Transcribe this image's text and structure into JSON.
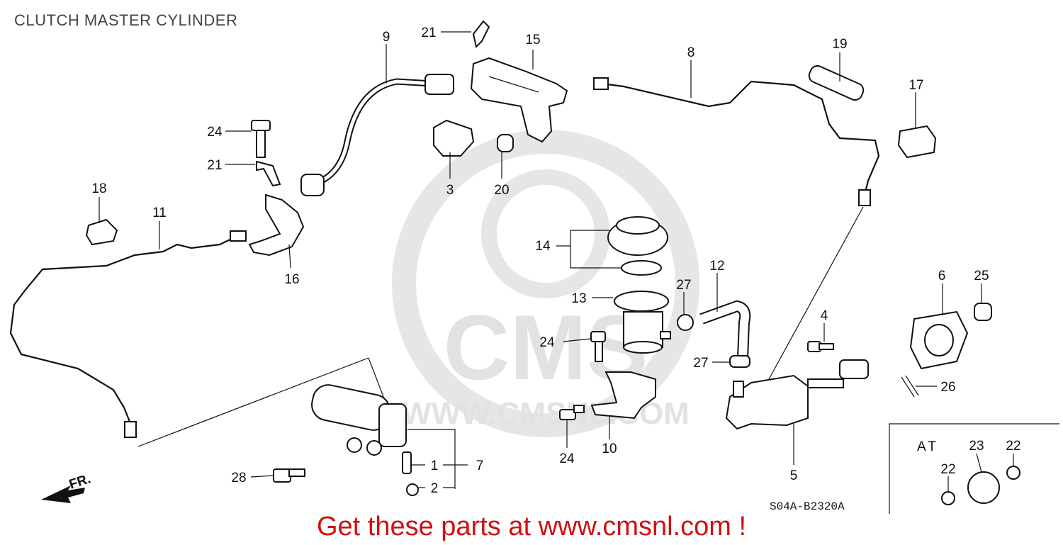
{
  "page_title": "CLUTCH MASTER CYLINDER",
  "call_to_action": "Get these parts at www.cmsnl.com !",
  "diagram_code": "S04A-B2320A",
  "inset_label": "AT",
  "direction_label": "FR.",
  "watermark": {
    "logo_text": "CMS",
    "site_text": "WWW.CMSNL.COM"
  },
  "callouts": {
    "c1": "1",
    "c2": "2",
    "c3": "3",
    "c4": "4",
    "c5": "5",
    "c6": "6",
    "c7": "7",
    "c8": "8",
    "c9": "9",
    "c10": "10",
    "c11": "11",
    "c12": "12",
    "c13": "13",
    "c14": "14",
    "c15": "15",
    "c16": "16",
    "c17": "17",
    "c18": "18",
    "c19": "19",
    "c20": "20",
    "c21a": "21",
    "c21b": "21",
    "c22a": "22",
    "c22b": "22",
    "c23": "23",
    "c24a": "24",
    "c24b": "24",
    "c24c": "24",
    "c25": "25",
    "c26": "26",
    "c27a": "27",
    "c27b": "27",
    "c28": "28"
  },
  "colors": {
    "cta": "#d01010",
    "ink": "#111111",
    "watermark": "#e2e2e2"
  }
}
